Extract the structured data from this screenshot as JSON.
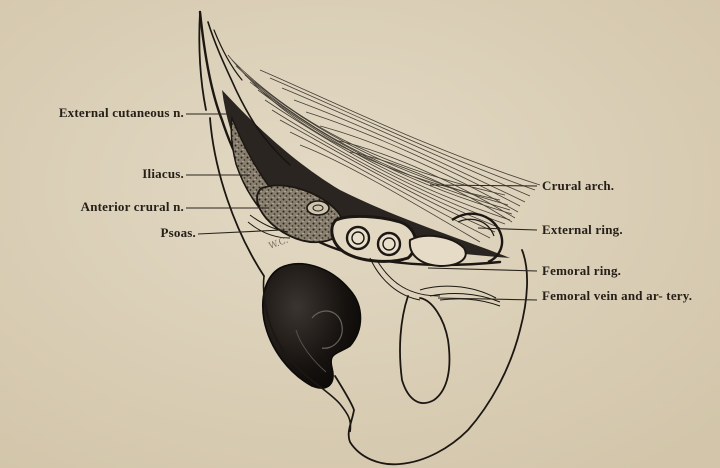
{
  "figure": {
    "labels_left": {
      "external_cutaneous": "External cutaneous n.",
      "iliacus": "Iliacus.",
      "anterior_crural": "Anterior crural n.",
      "psoas": "Psoas."
    },
    "labels_right": {
      "crural_arch": "Crural arch.",
      "external_ring": "External ring.",
      "femoral_ring": "Femoral ring.",
      "femoral_vein_artery": "Femoral vein and ar- tery."
    },
    "marginal_note": "W.C."
  },
  "colors": {
    "paper": "#ddd2bb",
    "ink": "#1c1712"
  }
}
